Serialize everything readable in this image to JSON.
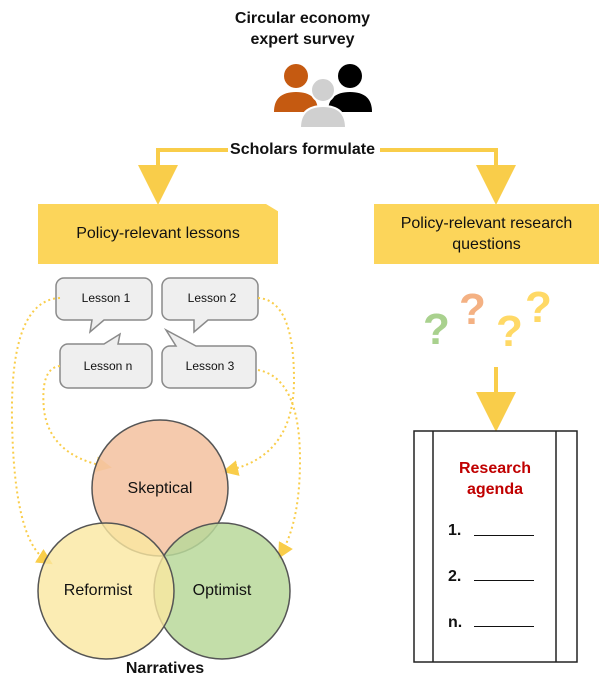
{
  "header": {
    "title_line1": "Circular economy",
    "title_line2": "expert survey"
  },
  "formulate_label": "Scholars formulate",
  "lessons": {
    "banner": "Policy-relevant lessons",
    "bubbles": [
      "Lesson 1",
      "Lesson 2",
      "Lesson n",
      "Lesson 3"
    ]
  },
  "research_questions": {
    "banner_line1": "Policy-relevant research",
    "banner_line2": "questions",
    "question_marks": [
      "?",
      "?",
      "?",
      "?"
    ]
  },
  "narratives": {
    "circles": [
      "Skeptical",
      "Reformist",
      "Optimist"
    ],
    "caption": "Narratives"
  },
  "agenda": {
    "title_line1": "Research",
    "title_line2": "agenda",
    "items": [
      "1.",
      "2.",
      "n."
    ]
  },
  "colors": {
    "yellow": "#fcd55a",
    "arrow": "#f9cd4a",
    "person_orange": "#c55a11",
    "person_gray": "#d0d0d0",
    "person_black": "#000000",
    "skeptical": "#f4c4a4",
    "reformist": "#fae7a0",
    "optimist": "#b8d89a",
    "agenda_red": "#c00000",
    "bubble_fill": "#efefef",
    "bubble_stroke": "#8a8a8a"
  }
}
